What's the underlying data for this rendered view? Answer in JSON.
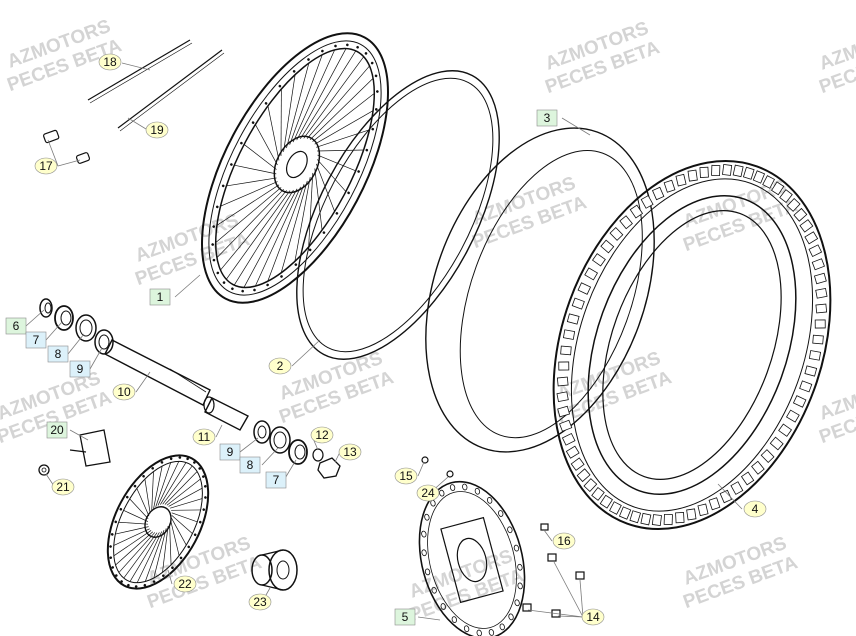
{
  "watermark": {
    "line1": "AZMOTORS",
    "line2": "PECES BETA"
  },
  "colors": {
    "label_yellow": "#ffffcc",
    "label_green": "#ddf5dd",
    "label_blue": "#dcf1fa",
    "label_border": "#8c8c8c",
    "line": "#111111",
    "watermark": "#d4d4d4"
  },
  "callouts": [
    {
      "id": "c18",
      "text": "18",
      "style": "yellow"
    },
    {
      "id": "c19",
      "text": "19",
      "style": "yellow"
    },
    {
      "id": "c17",
      "text": "17",
      "style": "yellow"
    },
    {
      "id": "c1",
      "text": "1",
      "style": "green"
    },
    {
      "id": "c6",
      "text": "6",
      "style": "green"
    },
    {
      "id": "c7a",
      "text": "7",
      "style": "blue"
    },
    {
      "id": "c8a",
      "text": "8",
      "style": "blue"
    },
    {
      "id": "c9a",
      "text": "9",
      "style": "blue"
    },
    {
      "id": "c10",
      "text": "10",
      "style": "yellow"
    },
    {
      "id": "c2",
      "text": "2",
      "style": "yellow"
    },
    {
      "id": "c3",
      "text": "3",
      "style": "green"
    },
    {
      "id": "c4",
      "text": "4",
      "style": "yellow"
    },
    {
      "id": "c20",
      "text": "20",
      "style": "green"
    },
    {
      "id": "c21",
      "text": "21",
      "style": "yellow"
    },
    {
      "id": "c11",
      "text": "11",
      "style": "yellow"
    },
    {
      "id": "c9b",
      "text": "9",
      "style": "blue"
    },
    {
      "id": "c8b",
      "text": "8",
      "style": "blue"
    },
    {
      "id": "c7b",
      "text": "7",
      "style": "blue"
    },
    {
      "id": "c12",
      "text": "12",
      "style": "yellow"
    },
    {
      "id": "c13",
      "text": "13",
      "style": "yellow"
    },
    {
      "id": "c15",
      "text": "15",
      "style": "yellow"
    },
    {
      "id": "c24",
      "text": "24",
      "style": "yellow"
    },
    {
      "id": "c16",
      "text": "16",
      "style": "yellow"
    },
    {
      "id": "c22",
      "text": "22",
      "style": "yellow"
    },
    {
      "id": "c23",
      "text": "23",
      "style": "yellow"
    },
    {
      "id": "c5",
      "text": "5",
      "style": "green"
    },
    {
      "id": "c14",
      "text": "14",
      "style": "yellow"
    }
  ]
}
